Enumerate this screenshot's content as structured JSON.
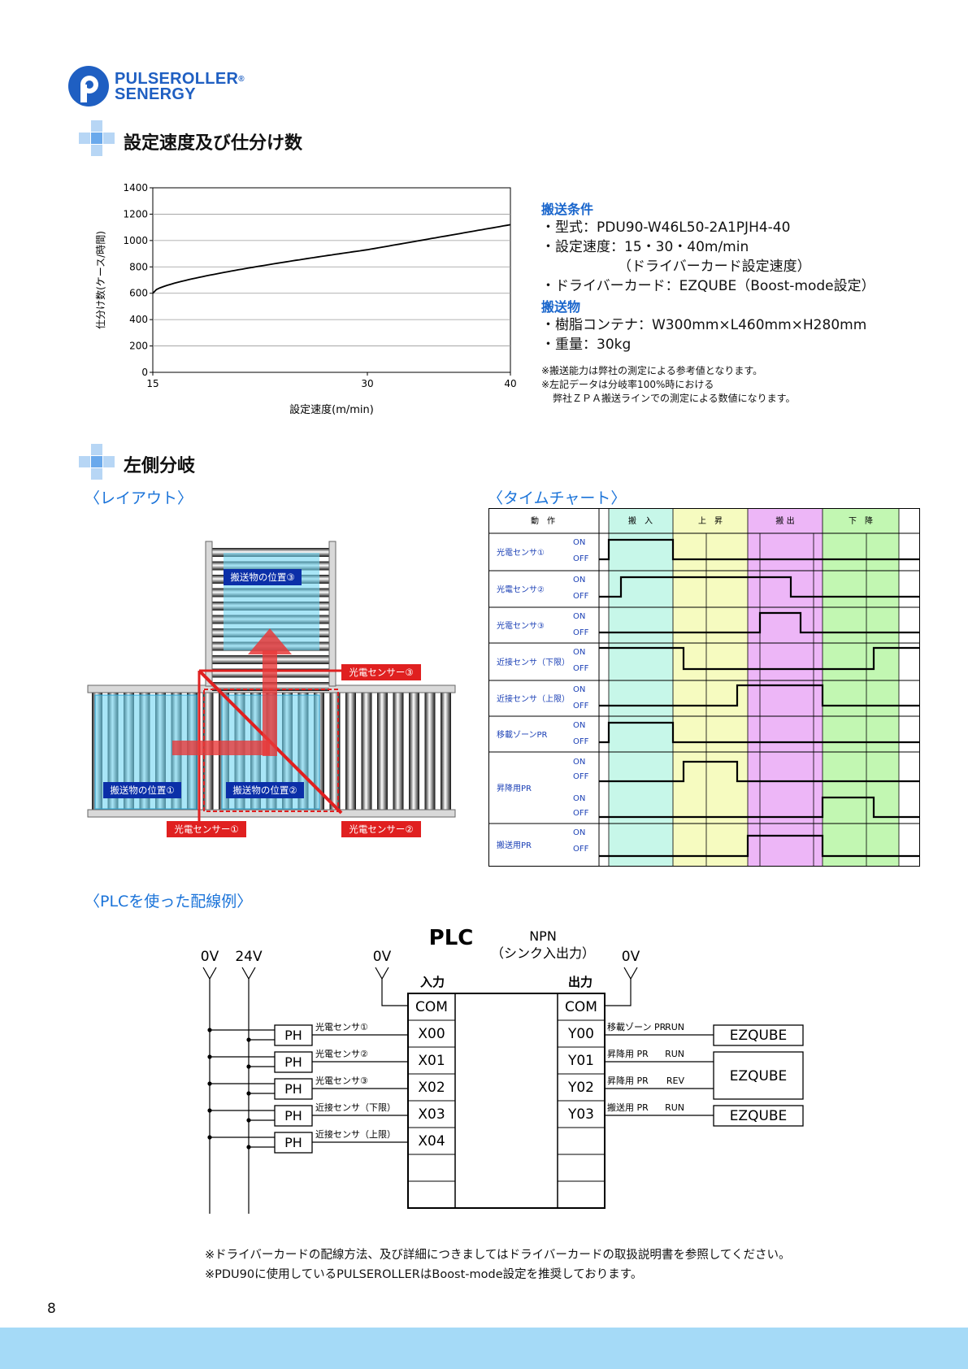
{
  "brand": {
    "line1": "PULSEROLLER",
    "registered": "®",
    "line2": "SENERGY"
  },
  "section1": {
    "title": "設定速度及び仕分け数"
  },
  "chart_data": {
    "type": "line",
    "xlabel": "設定速度(m/min)",
    "ylabel": "仕分け数(ケース/時間)",
    "x_ticks": [
      "15",
      "30",
      "40"
    ],
    "y_ticks": [
      "0",
      "200",
      "400",
      "600",
      "800",
      "1000",
      "1200",
      "1400"
    ],
    "xlim": [
      15,
      40
    ],
    "ylim": [
      0,
      1400
    ],
    "grid": "horizontal",
    "series": [
      {
        "x": [
          15,
          30,
          40
        ],
        "y": [
          600,
          930,
          1120
        ]
      }
    ]
  },
  "conditions": {
    "heading1": "搬送条件",
    "items1": [
      "・型式：PDU90-W46L50-2A1PJH4-40",
      "・設定速度：15・30・40m/min",
      "（ドライバーカード設定速度）",
      "・ドライバーカード：EZQUBE（Boost-mode設定）"
    ],
    "heading2": "搬送物",
    "items2": [
      "・樹脂コンテナ：W300mm×L460mm×H280mm",
      "・重量：30kg"
    ],
    "notes": [
      "※搬送能力は弊社の測定による参考値となります。",
      "※左記データは分岐率100%時における",
      "弊社ＺＰＡ搬送ラインでの測定による数値になります。"
    ]
  },
  "section2": {
    "title": "左側分岐"
  },
  "layout": {
    "title": "〈レイアウト〉",
    "pos1": "搬送物の位置①",
    "pos2": "搬送物の位置②",
    "pos3": "搬送物の位置③",
    "sensor1": "光電センサー①",
    "sensor2": "光電センサー②",
    "sensor3": "光電センサー③"
  },
  "timechart": {
    "title": "〈タイムチャート〉",
    "header_label": "動　作",
    "phases": [
      "搬　入",
      "上　昇",
      "搬 出",
      "下　降"
    ],
    "phase_colors": [
      "#c7f7e9",
      "#f6fbc0",
      "#edb6f7",
      "#c2f7b2"
    ],
    "on": "ON",
    "off": "OFF",
    "rows": [
      "光電センサ①",
      "光電センサ②",
      "光電センサ③",
      "近接センサ（下限）",
      "近接センサ（上限）",
      "移載ゾーンPR",
      "昇降用PR",
      "搬送用PR"
    ]
  },
  "plc": {
    "title": "〈PLCを使った配線例〉",
    "label": "PLC",
    "npn": "NPN",
    "sink": "（シンク入出力）",
    "v0": "0V",
    "v24": "24V",
    "input_label": "入力",
    "output_label": "出力",
    "inputs": [
      "COM",
      "X00",
      "X01",
      "X02",
      "X03",
      "X04"
    ],
    "outputs": [
      "COM",
      "Y00",
      "Y01",
      "Y02",
      "Y03"
    ],
    "ph": "PH",
    "sensor_labels": [
      "光電センサ①",
      "光電センサ②",
      "光電センサ③",
      "近接センサ（下限）",
      "近接センサ（上限）"
    ],
    "output_labels": [
      "移載ゾーン PR",
      "昇降用 PR",
      "昇降用 PR",
      "搬送用 PR"
    ],
    "signals": [
      "RUN",
      "RUN",
      "REV",
      "RUN"
    ],
    "ezqube": "EZQUBE"
  },
  "footnotes": [
    "※ドライバーカードの配線方法、及び詳細につきましてはドライバーカードの取扱説明書を参照してください。",
    "※PDU90に使用しているPULSEROLLERはBoost-mode設定を推奨しております。"
  ],
  "page_number": "8"
}
